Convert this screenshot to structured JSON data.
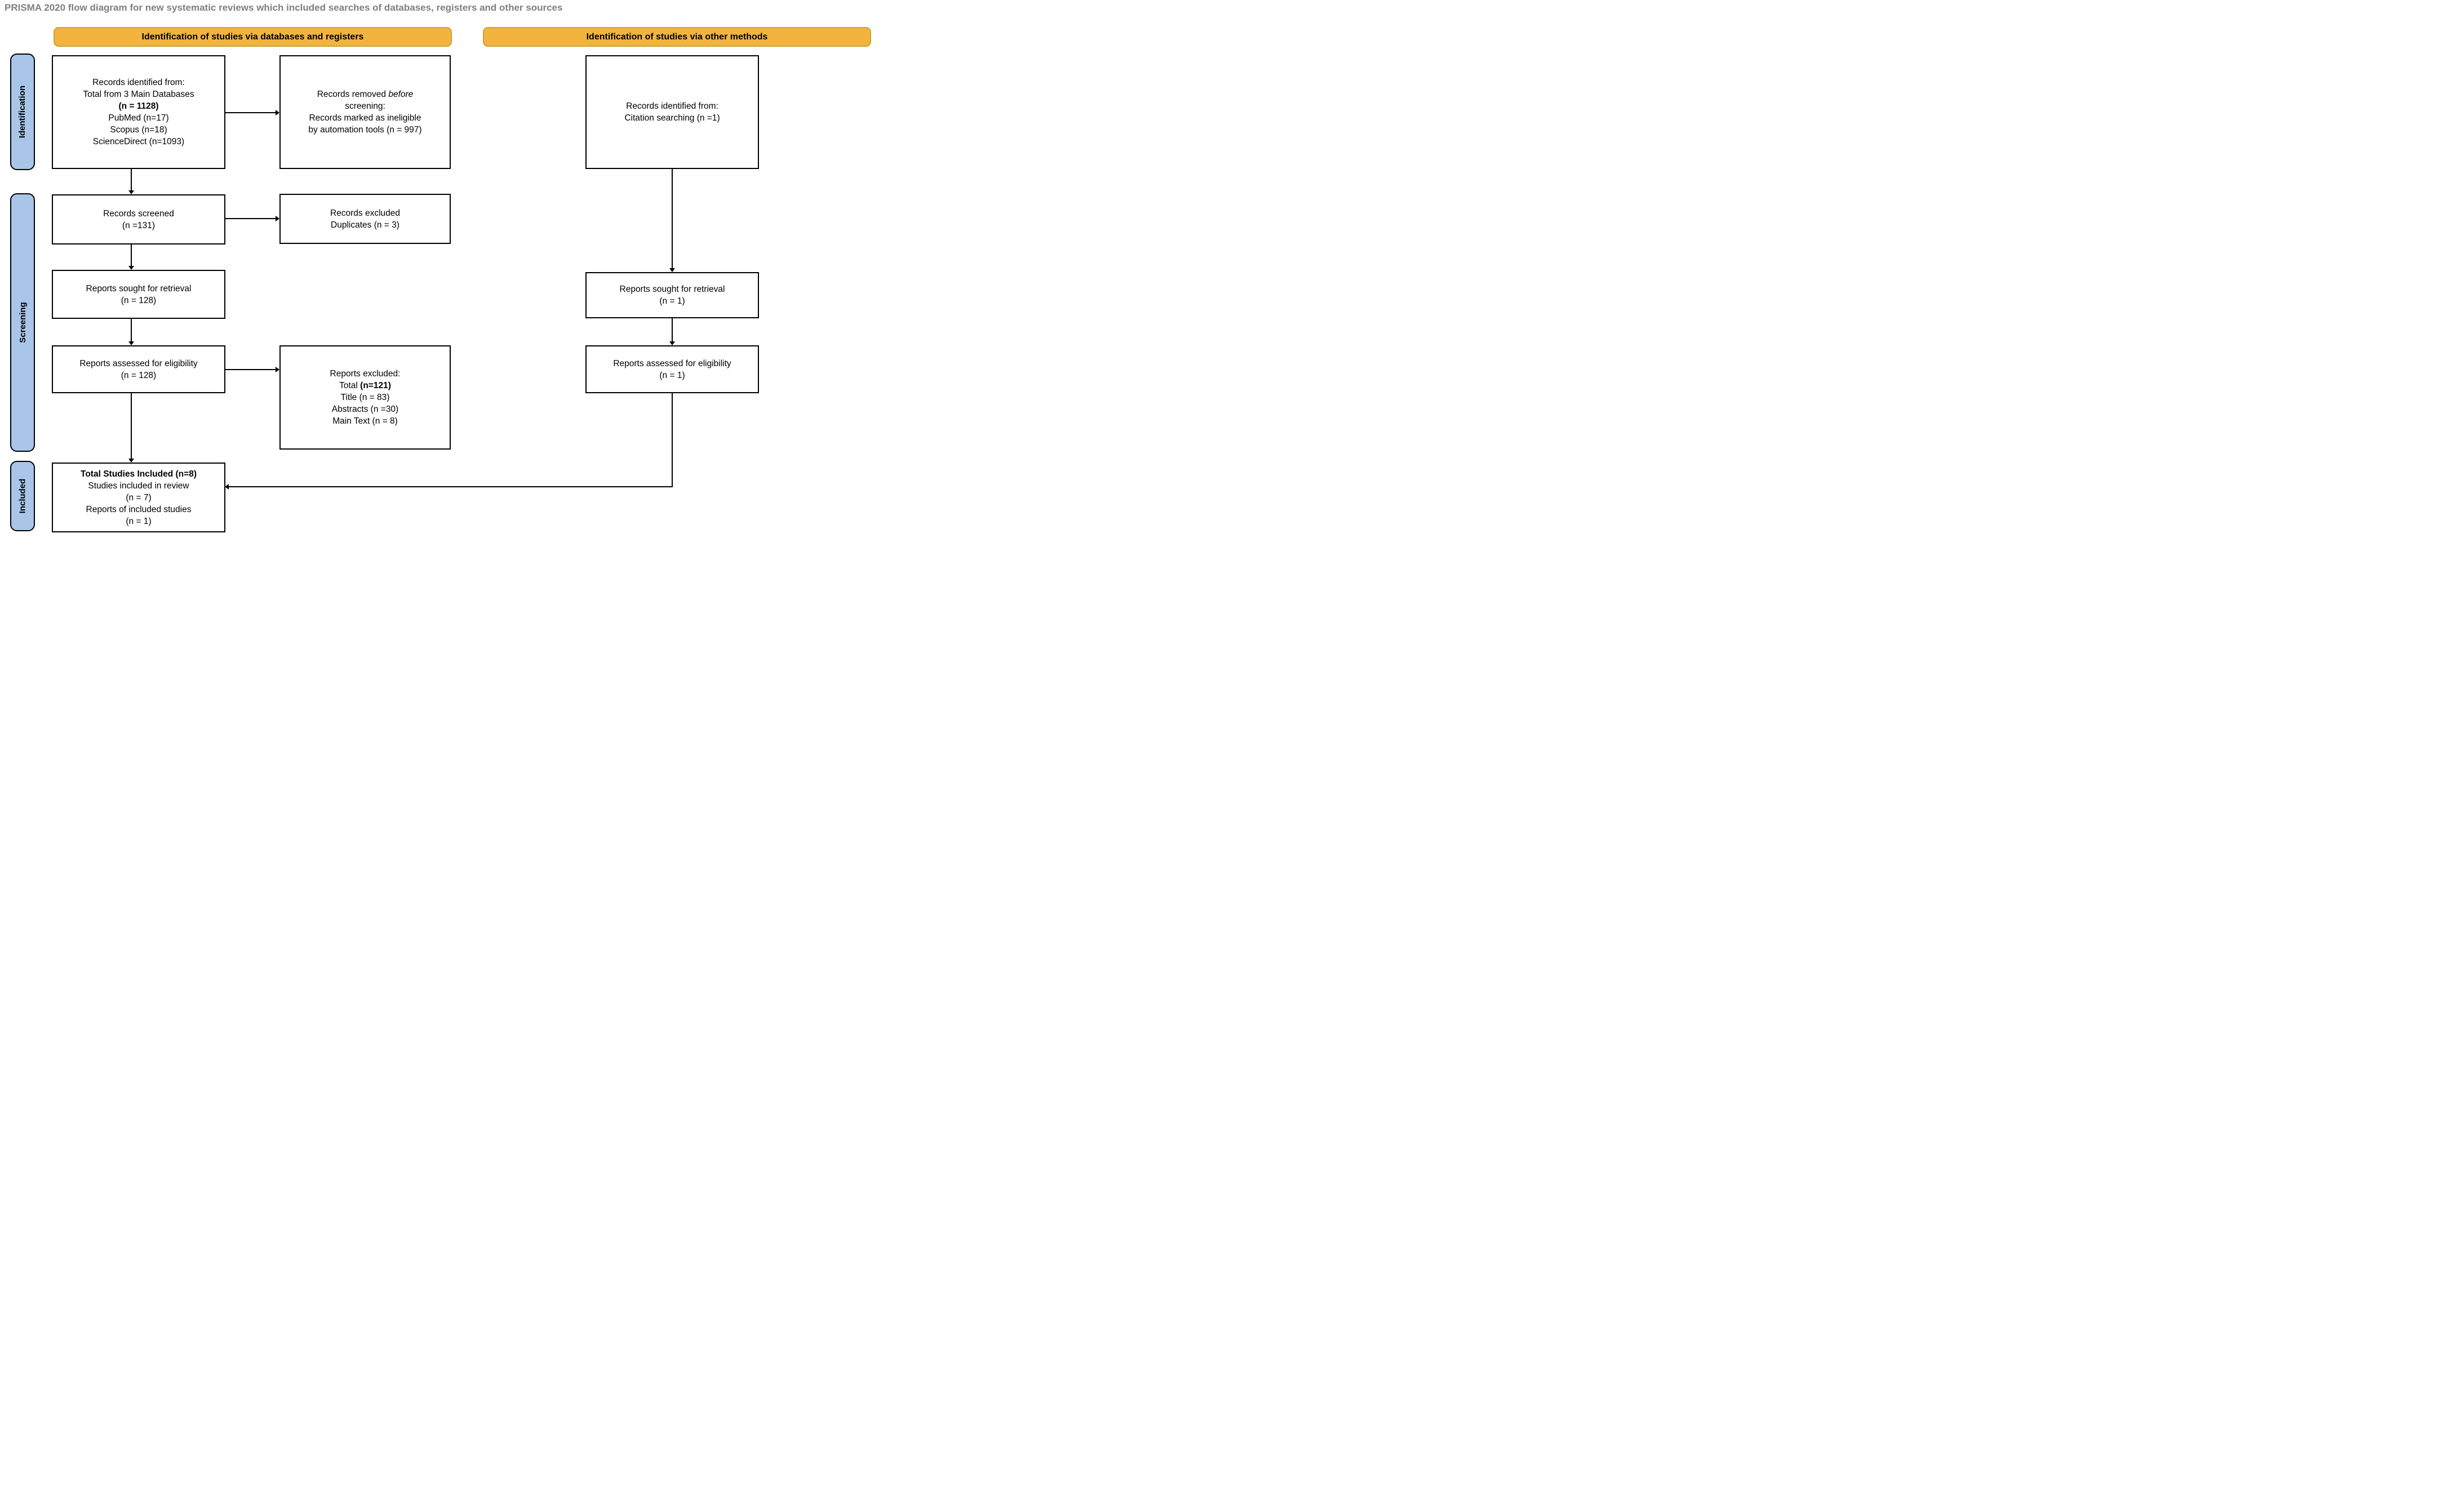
{
  "title": "PRISMA 2020 flow diagram for new systematic reviews which included searches of databases, registers and other sources",
  "colors": {
    "banner_fill": "#F2B43E",
    "sidebar_fill": "#A9C5E8",
    "title_text": "#7F7F7F",
    "box_border": "#000000"
  },
  "banners": {
    "left": "Identification of studies via databases and registers",
    "right": "Identification of studies via other methods"
  },
  "sidebar": {
    "identification": "Identification",
    "screening": "Screening",
    "included": "Included"
  },
  "boxes": {
    "records_identified": {
      "l1": "Records identified from:",
      "l2": "Total from 3 Main Databases",
      "l3": "(n = 1128)",
      "l4": "PubMed (n=17)",
      "l5": "Scopus (n=18)",
      "l6": "ScienceDirect (n=1093)"
    },
    "records_removed": {
      "l1a": "Records removed ",
      "l1b": "before",
      "l2": "screening:",
      "l3": "Records marked as ineligible",
      "l4": "by automation tools (n = 997)"
    },
    "citation_identified": {
      "l1": "Records identified from:",
      "l2": "Citation searching (n =1)"
    },
    "records_screened": {
      "l1": "Records screened",
      "l2": "(n =131)"
    },
    "records_excluded": {
      "l1": "Records excluded",
      "l2": "Duplicates (n = 3)"
    },
    "reports_sought": {
      "l1": "Reports sought for retrieval",
      "l2": "(n = 128)"
    },
    "reports_assessed": {
      "l1": "Reports assessed for eligibility",
      "l2": "(n = 128)"
    },
    "reports_excluded": {
      "l1": "Reports excluded:",
      "l2a": "Total ",
      "l2b": "(n=121)",
      "l3": "Title (n = 83)",
      "l4": "Abstracts (n =30)",
      "l5": "Main Text (n = 8)"
    },
    "total_included": {
      "l1": "Total Studies Included (n=8)",
      "l2": "Studies included in review",
      "l3": "(n = 7)",
      "l4": "Reports of included studies",
      "l5": "(n = 1)"
    },
    "reports_sought_other": {
      "l1": "Reports sought for retrieval",
      "l2": "(n = 1)"
    },
    "reports_assessed_other": {
      "l1": "Reports assessed for eligibility",
      "l2": "(n = 1)"
    }
  }
}
